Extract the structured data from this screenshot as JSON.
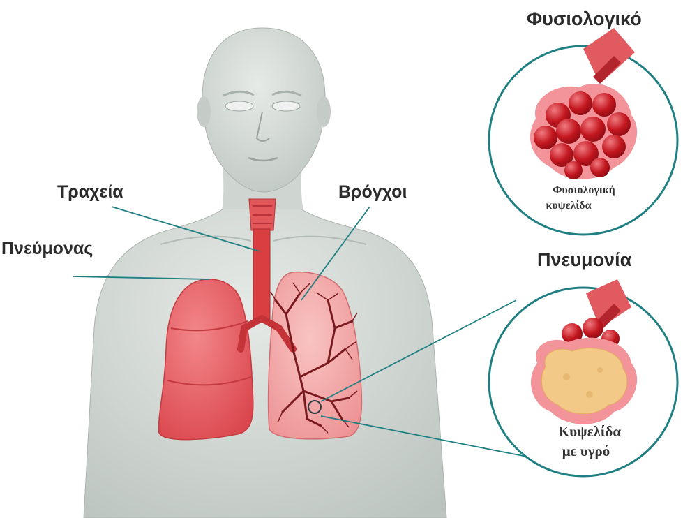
{
  "labels": {
    "trachea": "Τραχεία",
    "bronchi": "Βρόγχοι",
    "lung": "Πνεύμονας",
    "normal_heading": "Φυσιολογικό",
    "normal_alveolus_line1": "Φυσιολογική",
    "normal_alveolus_line2": "κυψελίδα",
    "pneumonia_heading": "Πνευμονία",
    "fluid_alveolus_line1": "Κυψελίδα",
    "fluid_alveolus_line2": "με υγρό"
  },
  "colors": {
    "skin": "#d3d9d5",
    "skin_shadow": "#b8c0bb",
    "lung_right": "#e9575c",
    "lung_left": "#f2a2a2",
    "trachea": "#d93f40",
    "bronchi_lines": "#7a1a1e",
    "circle_stroke": "#1f7f82",
    "alveolus_red": "#c8202a",
    "fluid": "#f3c987"
  }
}
